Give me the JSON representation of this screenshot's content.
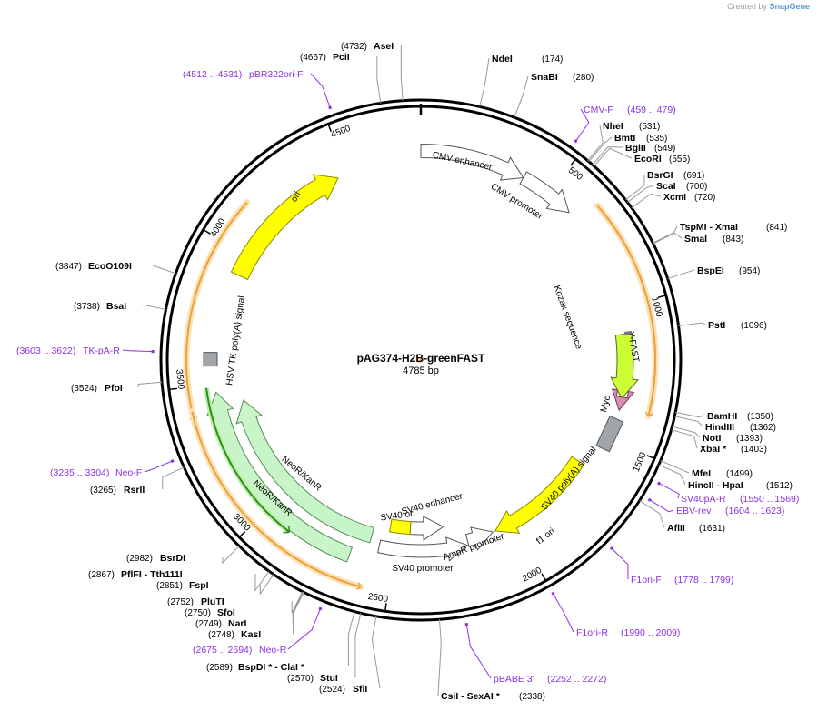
{
  "credit": {
    "prefix": "Created by",
    "brand": "SnapGene"
  },
  "plasmid": {
    "name": "pAG374-H2B-greenFAST",
    "size_label": "4785 bp",
    "length": 4785
  },
  "ticks": [
    "500",
    "1000",
    "1500",
    "2000",
    "2500",
    "3000",
    "3500",
    "4000",
    "4500"
  ],
  "colors": {
    "primer": "#8c33e0",
    "ori": "#ffff00",
    "neor": "#c8f5c8",
    "yfast": "#ccff33",
    "myc": "#d98cb3",
    "polyA": "#a0a5aa",
    "orf": "#e8a13c",
    "orf_glow": "#fde0b4",
    "green_orf": "#2f8f1f"
  },
  "sites": [
    {
      "pos": 174,
      "name": "NdeI",
      "pos_text": "(174)"
    },
    {
      "pos": 280,
      "name": "SnaBI",
      "pos_text": "(280)"
    },
    {
      "pos": 531,
      "name": "NheI",
      "pos_text": "(531)"
    },
    {
      "pos": 535,
      "name": "BmtI",
      "pos_text": "(535)"
    },
    {
      "pos": 549,
      "name": "BglII",
      "pos_text": "(549)"
    },
    {
      "pos": 555,
      "name": "EcoRI",
      "pos_text": "(555)"
    },
    {
      "pos": 691,
      "name": "BsrGI",
      "pos_text": "(691)"
    },
    {
      "pos": 700,
      "name": "ScaI",
      "pos_text": "(700)"
    },
    {
      "pos": 720,
      "name": "XcmI",
      "pos_text": "(720)"
    },
    {
      "pos": 841,
      "name": "TspMI - XmaI",
      "pos_text": "(841)"
    },
    {
      "pos": 843,
      "name": "SmaI",
      "pos_text": "(843)"
    },
    {
      "pos": 954,
      "name": "BspEI",
      "pos_text": "(954)"
    },
    {
      "pos": 1096,
      "name": "PstI",
      "pos_text": "(1096)"
    },
    {
      "pos": 1350,
      "name": "BamHI",
      "pos_text": "(1350)"
    },
    {
      "pos": 1362,
      "name": "HindIII",
      "pos_text": "(1362)"
    },
    {
      "pos": 1393,
      "name": "NotI",
      "pos_text": "(1393)"
    },
    {
      "pos": 1403,
      "name": "XbaI *",
      "pos_text": "(1403)"
    },
    {
      "pos": 1499,
      "name": "MfeI",
      "pos_text": "(1499)"
    },
    {
      "pos": 1512,
      "name": "HincII - HpaI",
      "pos_text": "(1512)"
    },
    {
      "pos": 1631,
      "name": "AflII",
      "pos_text": "(1631)"
    },
    {
      "pos": 2338,
      "name": "CsiI - SexAI *",
      "pos_text": "(2338)"
    },
    {
      "pos": 2524,
      "name": "SfiI",
      "pos_text": "(2524)"
    },
    {
      "pos": 2570,
      "name": "StuI",
      "pos_text": "(2570)"
    },
    {
      "pos": 2589,
      "name": "BspDI * - ClaI *",
      "pos_text": "(2589)"
    },
    {
      "pos": 2748,
      "name": "KasI",
      "pos_text": "(2748)"
    },
    {
      "pos": 2749,
      "name": "NarI",
      "pos_text": "(2749)"
    },
    {
      "pos": 2750,
      "name": "SfoI",
      "pos_text": "(2750)"
    },
    {
      "pos": 2752,
      "name": "PluTI",
      "pos_text": "(2752)"
    },
    {
      "pos": 2851,
      "name": "FspI",
      "pos_text": "(2851)"
    },
    {
      "pos": 2867,
      "name": "PflFI - Tth111I",
      "pos_text": "(2867)"
    },
    {
      "pos": 2982,
      "name": "BsrDI",
      "pos_text": "(2982)"
    },
    {
      "pos": 3265,
      "name": "RsrII",
      "pos_text": "(3265)"
    },
    {
      "pos": 3524,
      "name": "PfoI",
      "pos_text": "(3524)"
    },
    {
      "pos": 3738,
      "name": "BsaI",
      "pos_text": "(3738)"
    },
    {
      "pos": 3847,
      "name": "EcoO109I",
      "pos_text": "(3847)"
    },
    {
      "pos": 4667,
      "name": "PciI",
      "pos_text": "(4667)"
    },
    {
      "pos": 4732,
      "name": "AseI",
      "pos_text": "(4732)"
    }
  ],
  "primers": [
    {
      "pos": 469,
      "name": "CMV-F",
      "range_text": "(459 .. 479)"
    },
    {
      "pos": 1560,
      "name": "SV40pA-R",
      "range_text": "(1550 .. 1569)"
    },
    {
      "pos": 1614,
      "name": "EBV-rev",
      "range_text": "(1604 .. 1623)"
    },
    {
      "pos": 1789,
      "name": "F1ori-F",
      "range_text": "(1778 .. 1799)"
    },
    {
      "pos": 2000,
      "name": "F1ori-R",
      "range_text": "(1990 .. 2009)"
    },
    {
      "pos": 2262,
      "name": "pBABE 3'",
      "range_text": "(2252 .. 2272)"
    },
    {
      "pos": 2685,
      "name": "Neo-R",
      "range_text": "(2675 .. 2694)"
    },
    {
      "pos": 3295,
      "name": "Neo-F",
      "range_text": "(3285 .. 3304)"
    },
    {
      "pos": 3613,
      "name": "TK-pA-R",
      "range_text": "(3603 .. 3622)"
    },
    {
      "pos": 4522,
      "name": "pBR322ori-F",
      "range_text": "(4512 .. 4531)"
    }
  ],
  "features": [
    {
      "name": "CMV enhancer",
      "start": 0,
      "end": 380,
      "kind": "outline"
    },
    {
      "name": "CMV promoter",
      "start": 380,
      "end": 580,
      "kind": "outline"
    },
    {
      "name": "Kozak sequence",
      "start": 1095,
      "end": 1105,
      "kind": "tick"
    },
    {
      "name": "Y-FAST",
      "start": 1110,
      "end": 1340,
      "kind": "yfast"
    },
    {
      "name": "Myc",
      "start": 1340,
      "end": 1385,
      "kind": "myc"
    },
    {
      "name": "SV40 poly(A) signal",
      "start": 1420,
      "end": 1540,
      "kind": "polyA"
    },
    {
      "name": "f1 ori",
      "start": 1610,
      "end": 2060,
      "kind": "ori"
    },
    {
      "name": "AmpR promoter",
      "start": 2070,
      "end": 2170,
      "kind": "outline"
    },
    {
      "name": "SV40 promoter",
      "start": 2180,
      "end": 2520,
      "kind": "outline"
    },
    {
      "name": "SV40 enhancer",
      "start": 2270,
      "end": 2420,
      "kind": "outline"
    },
    {
      "name": "SV40 ori",
      "start": 2420,
      "end": 2520,
      "kind": "ori"
    },
    {
      "name": "NeoR/KanR",
      "start": 2570,
      "end": 3370,
      "kind": "neor"
    },
    {
      "name": "NeoR/KanR",
      "start": 2620,
      "end": 3430,
      "kind": "neor"
    },
    {
      "name": "HSV TK poly(A) signal",
      "start": 3560,
      "end": 3620,
      "kind": "polyA"
    },
    {
      "name": "ori",
      "start": 3910,
      "end": 4500,
      "kind": "ori"
    }
  ]
}
